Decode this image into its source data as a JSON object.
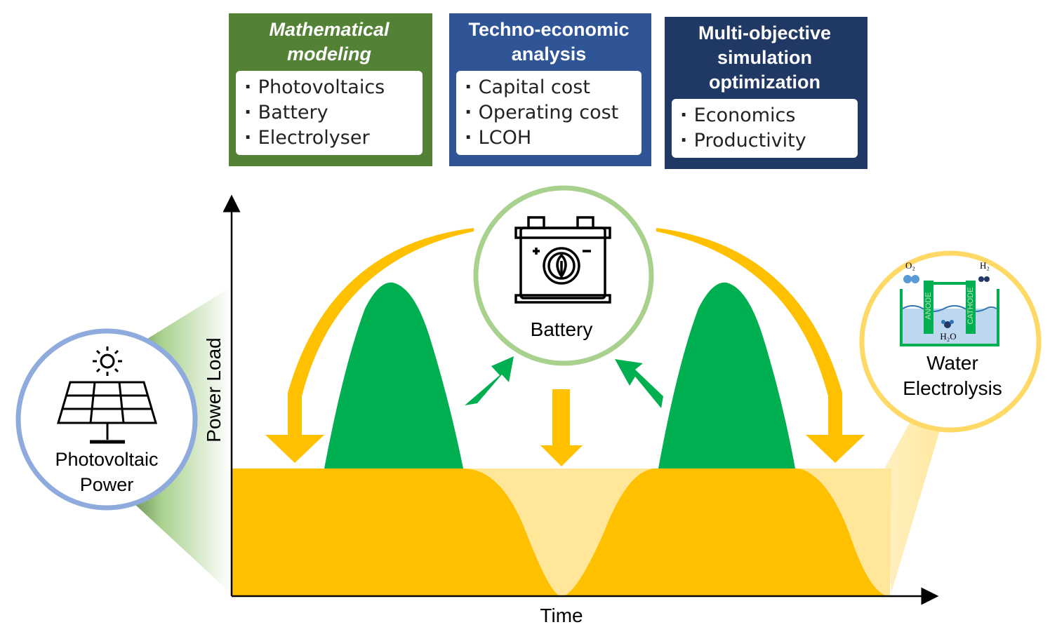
{
  "modeling": {
    "title": "Mathematical modeling",
    "items": [
      "Photovoltaics",
      "Battery",
      "Electrolyser"
    ]
  },
  "techno": {
    "title": "Techno-economic analysis",
    "items": [
      "Capital cost",
      "Operating cost",
      "LCOH"
    ]
  },
  "multi": {
    "title": "Multi-objective simulation optimization",
    "items": [
      "Economics",
      "Productivity"
    ]
  },
  "axes": {
    "y_label": "Power Load",
    "x_label": "Time"
  },
  "nodes": {
    "pv": {
      "line1": "Photovoltaic",
      "line2": "Power"
    },
    "battery": {
      "label": "Battery"
    },
    "electrolysis": {
      "line1": "Water",
      "line2": "Electrolysis",
      "o2": "O₂",
      "h2": "H₂",
      "h2o": "H₂O",
      "anode": "ANODE",
      "cathode": "CATHODE"
    }
  },
  "colors": {
    "green": "#00b050",
    "gold": "#ffc000",
    "light_gold": "#ffe699",
    "pv_ring": "#8faadc",
    "battery_ring": "#a9d18e",
    "electrolysis_ring": "#ffd966"
  }
}
